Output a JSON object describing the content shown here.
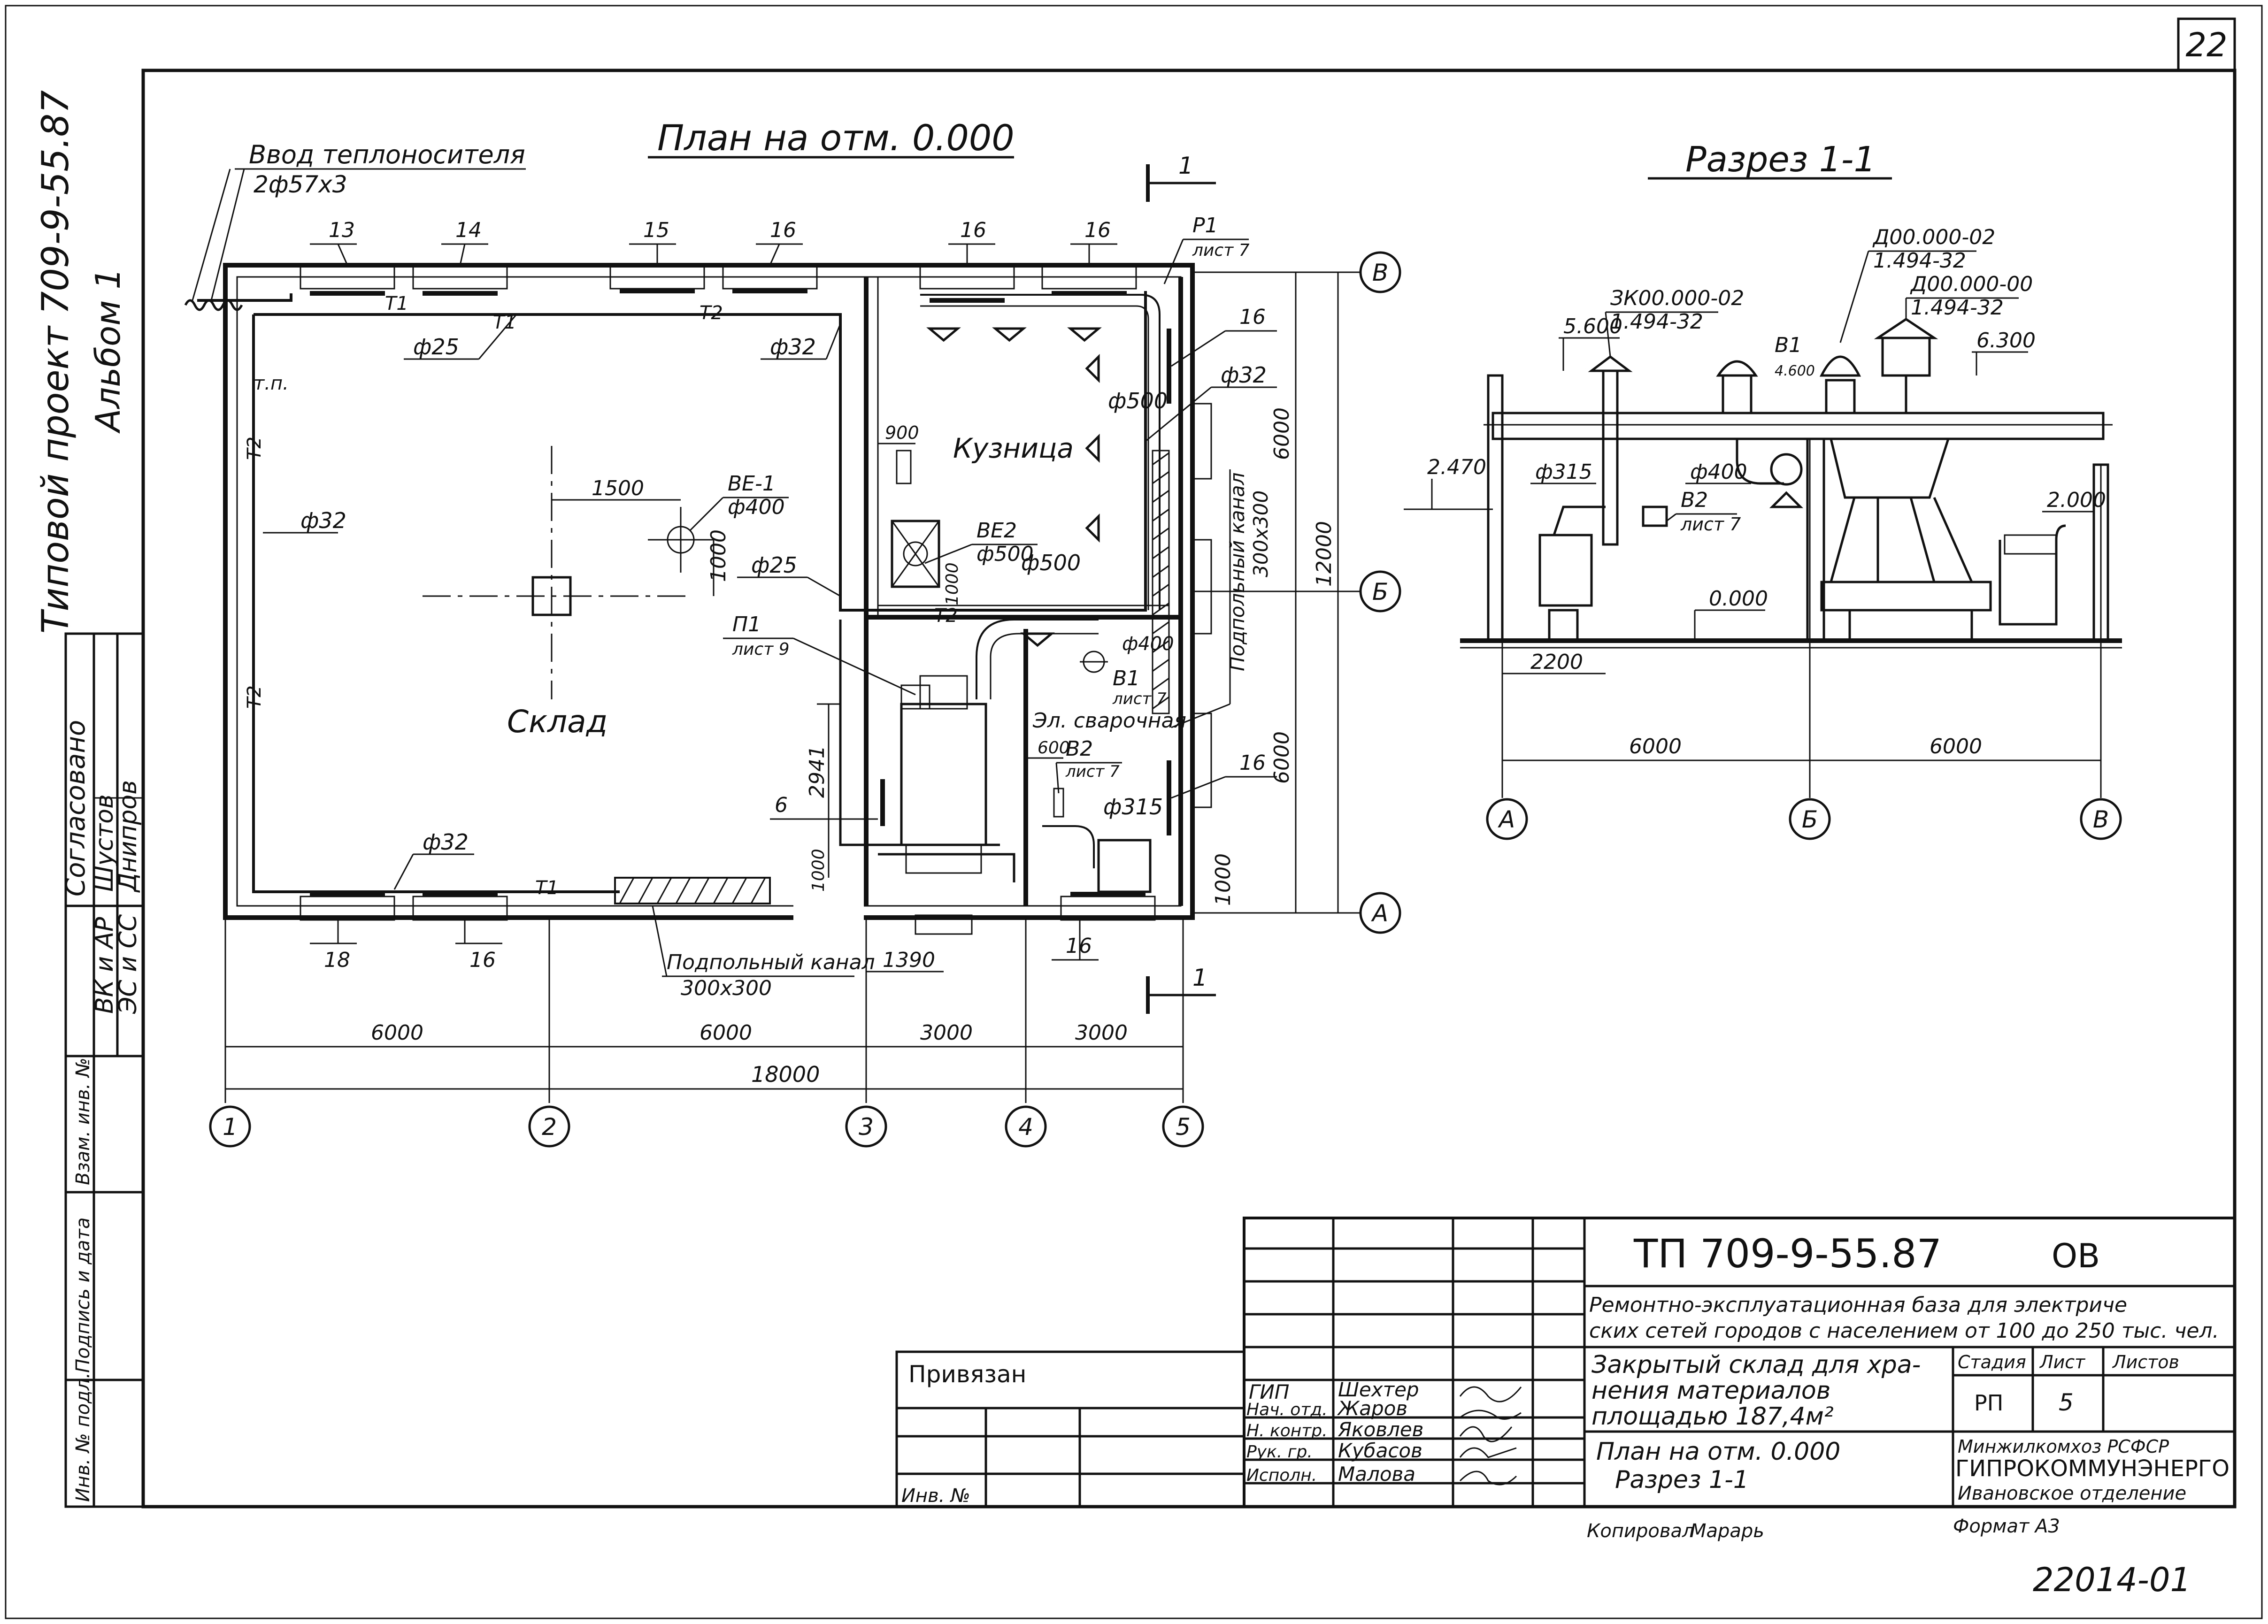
{
  "sheet": {
    "page_number": "22",
    "inventory": "22014-01",
    "project_vertical": "Типовой проект 709-9-55.87",
    "album": "Альбом 1"
  },
  "plan": {
    "title": "План на отм. 0.000",
    "inlet_label": "Ввод теплоносителя",
    "inlet_spec": "2ф57х3",
    "rooms": {
      "warehouse": "Склад",
      "forge": "Кузница",
      "welding": "Эл. сварочная"
    },
    "heater_tags": [
      "13",
      "14",
      "15",
      "16",
      "16",
      "16",
      "16",
      "16",
      "18",
      "16",
      "16",
      "6"
    ],
    "pipe_labels": {
      "t1": "Т1",
      "t2": "Т2",
      "tp": "т.п.",
      "d25": "ф25",
      "d32": "ф32",
      "d500": "ф500",
      "d400": "ф400",
      "d315": "ф315"
    },
    "equipment": {
      "be1": "ВЕ-1",
      "be1_d": "ф400",
      "be2": "ВЕ2",
      "be2_d": "ф500",
      "p1_top": "Р1",
      "p1_top_sheet": "лист 7",
      "p1": "П1",
      "p1_sheet": "лист 9",
      "b1": "В1",
      "b1_sheet": "лист 7",
      "b2": "В2",
      "b2_sheet": "лист 7"
    },
    "channel_label": "Подпольный канал",
    "channel_size": "300х300",
    "dims": {
      "d1500": "1500",
      "d1000": "1000",
      "d900": "900",
      "d600": "600",
      "d2941": "2941",
      "d1390": "1390",
      "d6000": "6000",
      "d3000": "3000",
      "d18000": "18000",
      "d12000": "12000"
    },
    "axes_x": [
      "1",
      "2",
      "3",
      "4",
      "5"
    ],
    "axes_y": [
      "В",
      "Б",
      "А"
    ],
    "section_mark": "1"
  },
  "section": {
    "title": "Разрез 1-1",
    "deflector1": "ЗК00.000-02",
    "deflector1_ref": "1.494-32",
    "deflector2": "Д00.000-02",
    "deflector2_ref": "1.494-32",
    "deflector3": "Д00.000-00",
    "deflector3_ref": "1.494-32",
    "b1": "В1",
    "b2": "В2",
    "b2_sheet": "лист 7",
    "elev_5600": "5.600",
    "elev_4600": "4.600",
    "elev_6300": "6.300",
    "elev_2470": "2.470",
    "elev_2000": "2.000",
    "elev_0000": "0.000",
    "d315": "ф315",
    "d400": "ф400",
    "dim_2200": "2200",
    "dim_6000": "6000",
    "axes": [
      "А",
      "Б",
      "В"
    ]
  },
  "title_block": {
    "code": "ТП 709-9-55.87",
    "suffix": "ОВ",
    "org_line1": "Ремонтно-эксплуатационная база для электриче",
    "org_line2": "ских сетей городов с населением от 100 до 250 тыс. чел.",
    "object_line1": "Закрытый склад для хра-",
    "object_line2": "нения материалов",
    "object_line3": "площадью    187,4м²",
    "sheet_line1": "План на отм. 0.000",
    "sheet_line2": "Разрез 1-1",
    "stage_h": "Стадия",
    "sheet_h": "Лист",
    "sheets_h": "Листов",
    "stage": "РП",
    "sheet_no": "5",
    "ministry": "Минжилкомхоз РСФСР",
    "institute": "ГИПРОКОММУНЭНЕРГО",
    "branch": "Ивановское отделение",
    "roles": [
      "ГИП",
      "Нач. отд.",
      "Н. контр.",
      "Рук. гр.",
      "Исполн."
    ],
    "names": [
      "Шехтер",
      "Жаров",
      "Яковлев",
      "Кубасов",
      "Малова"
    ],
    "privyazan": "Привязан",
    "inv_no": "Инв. №",
    "copied": "Копировал",
    "copier": "Марарь",
    "format": "Формат А3"
  },
  "left_stamp": {
    "agreed": "Согласовано",
    "depts": [
      "ВК и АР",
      "ЭС и СС"
    ],
    "people": [
      "Шустов",
      "Днипров"
    ],
    "inv_orig": "Инв. № подл.",
    "sign_date": "Подпись и дата",
    "inv_replace": "Взам. инв. №"
  }
}
